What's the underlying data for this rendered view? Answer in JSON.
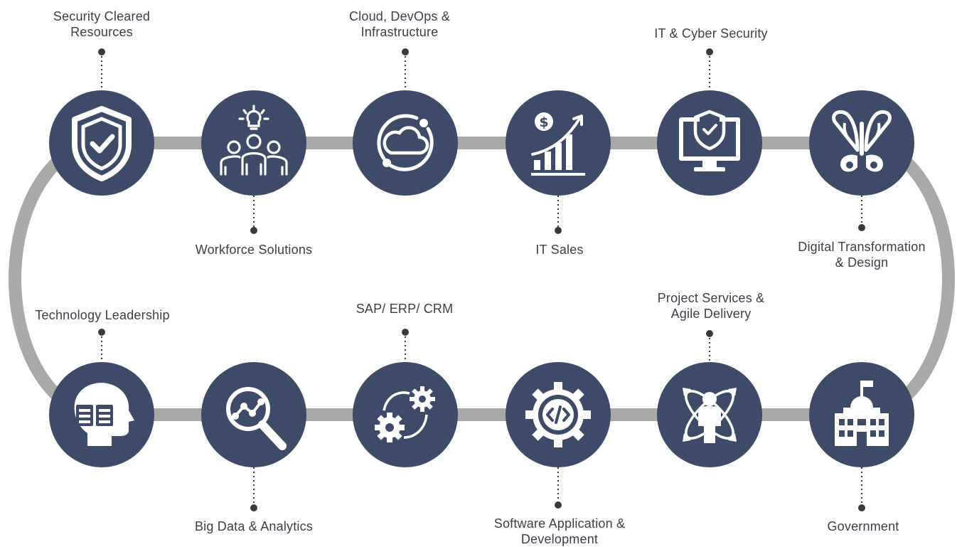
{
  "colors": {
    "node_fill": "#3d4a68",
    "track": "#a9a9a9",
    "icon": "#ffffff",
    "connector": "#3a3a3a",
    "text": "#3a3f4a"
  },
  "nodes": [
    {
      "id": "security-cleared-resources",
      "icon": "shield-check-icon",
      "label": "Security Cleared\nResources"
    },
    {
      "id": "workforce-solutions",
      "icon": "team-idea-icon",
      "label": "Workforce Solutions"
    },
    {
      "id": "cloud-devops-infrastructure",
      "icon": "cloud-cycle-icon",
      "label": "Cloud, DevOps &\nInfrastructure"
    },
    {
      "id": "it-sales",
      "icon": "sales-growth-chart-icon",
      "label": "IT Sales"
    },
    {
      "id": "it-cyber-security",
      "icon": "monitor-shield-icon",
      "label": "IT & Cyber Security"
    },
    {
      "id": "digital-transformation-design",
      "icon": "butterfly-transformation-icon",
      "label": "Digital Transformation\n& Design"
    },
    {
      "id": "technology-leadership",
      "icon": "head-book-icon",
      "label": "Technology Leadership"
    },
    {
      "id": "big-data-analytics",
      "icon": "magnifier-analytics-icon",
      "label": "Big Data & Analytics"
    },
    {
      "id": "sap-erp-crm",
      "icon": "gears-cycle-icon",
      "label": "SAP/ ERP/ CRM"
    },
    {
      "id": "software-application-development",
      "icon": "code-gear-icon",
      "label": "Software Application &\nDevelopment"
    },
    {
      "id": "project-services-agile-delivery",
      "icon": "person-orbit-icon",
      "label": "Project Services &\nAgile Delivery"
    },
    {
      "id": "government",
      "icon": "government-building-icon",
      "label": "Government"
    }
  ]
}
